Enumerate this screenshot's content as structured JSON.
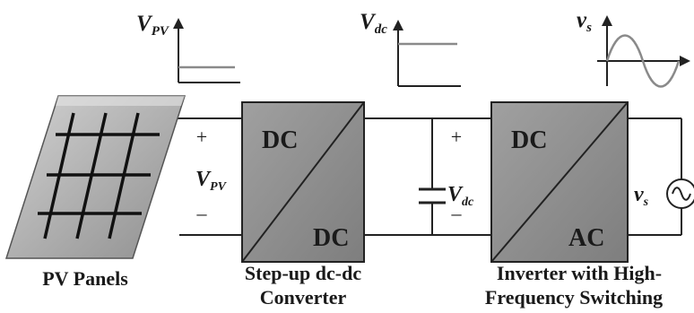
{
  "waveforms": {
    "vpv": {
      "symbol": "V",
      "sub": "PV"
    },
    "vdc": {
      "symbol": "V",
      "sub": "dc"
    },
    "vs": {
      "symbol": "v",
      "sub": "s"
    }
  },
  "pv_panel": {
    "label": "PV Panels"
  },
  "link1": {
    "plus": "+",
    "minus": "–",
    "symbol": "V",
    "sub": "PV"
  },
  "dcdc": {
    "top": "DC",
    "bottom": "DC",
    "caption_line1": "Step-up dc-dc",
    "caption_line2": "Converter"
  },
  "link2": {
    "plus": "+",
    "minus": "–",
    "symbol": "V",
    "sub": "dc"
  },
  "inverter": {
    "top": "DC",
    "bottom": "AC",
    "caption_line1": "Inverter with High-",
    "caption_line2": "Frequency Switching"
  },
  "grid": {
    "symbol": "v",
    "sub": "s"
  },
  "colors": {
    "block_fill": "#8e8e8e",
    "panel_fill": "#b4b4b4",
    "wave_gray": "#8a8a8a",
    "line": "#222222"
  }
}
